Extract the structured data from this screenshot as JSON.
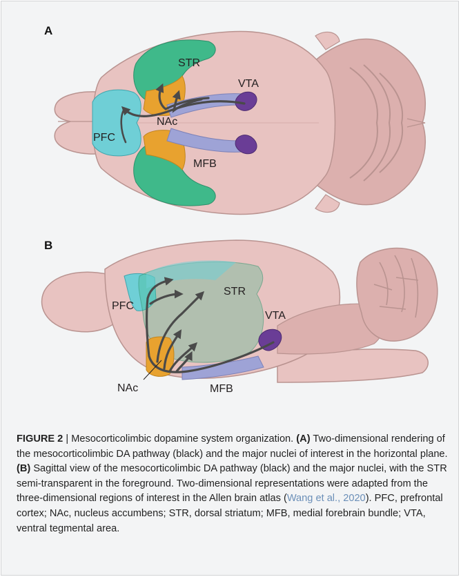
{
  "panels": {
    "a": {
      "letter": "A",
      "labels": {
        "str": "STR",
        "vta": "VTA",
        "nac": "NAc",
        "pfc": "PFC",
        "mfb": "MFB"
      }
    },
    "b": {
      "letter": "B",
      "labels": {
        "str": "STR",
        "vta": "VTA",
        "nac": "NAc",
        "pfc": "PFC",
        "mfb": "MFB"
      }
    }
  },
  "caption": {
    "figure_id": "FIGURE 2",
    "separator": " | ",
    "title": "Mesocorticolimbic dopamine system organization.",
    "panel_a_ref": "(A)",
    "text_a": "Two-dimensional rendering of the mesocorticolimbic DA pathway (black) and the major nuclei of interest in the horizontal plane.",
    "panel_b_ref": "(B)",
    "text_b": "Sagittal view of the mesocorticolimbic DA pathway (black) and the major nuclei, with the STR semi-transparent in the foreground. Two-dimensional representations were adapted from the three-dimensional regions of interest in the Allen brain atlas (",
    "citation": "Wang et al., 2020",
    "text_end": "). PFC, prefrontal cortex; NAc, nucleus accumbens; STR, dorsal striatum; MFB, medial forebrain bundle; VTA, ventral tegmental area."
  },
  "colors": {
    "brain": "#e8c3c1",
    "brain_dark": "#dcb0ae",
    "outline": "#b99390",
    "str": "#3fb98a",
    "nac": "#e8a22f",
    "pfc": "#6fcfd6",
    "vta": "#6a3d96",
    "mfb": "#9ea3d6",
    "pathway": "#4a4a4a"
  }
}
